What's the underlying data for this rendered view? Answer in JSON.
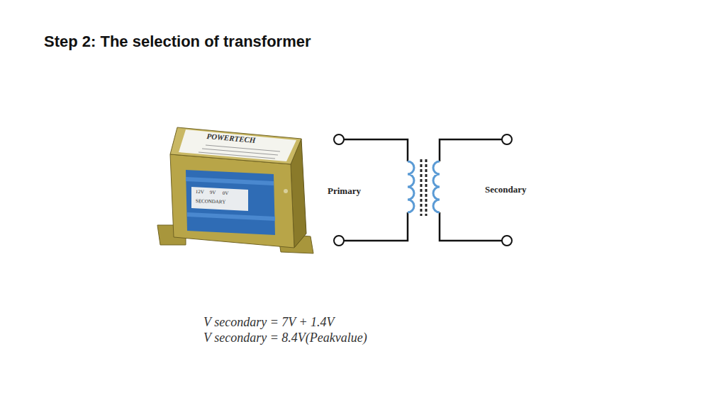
{
  "diagram": {
    "title": "Step 2: The selection of transformer",
    "labels": [
      "POWERTECH",
      "12V",
      "9V",
      "0V",
      "SECONDARY",
      "Primary",
      "Secondary",
      "V secondary = 7V + 1.4V",
      "V secondary = 8.4V(Peakvalue)"
    ]
  }
}
